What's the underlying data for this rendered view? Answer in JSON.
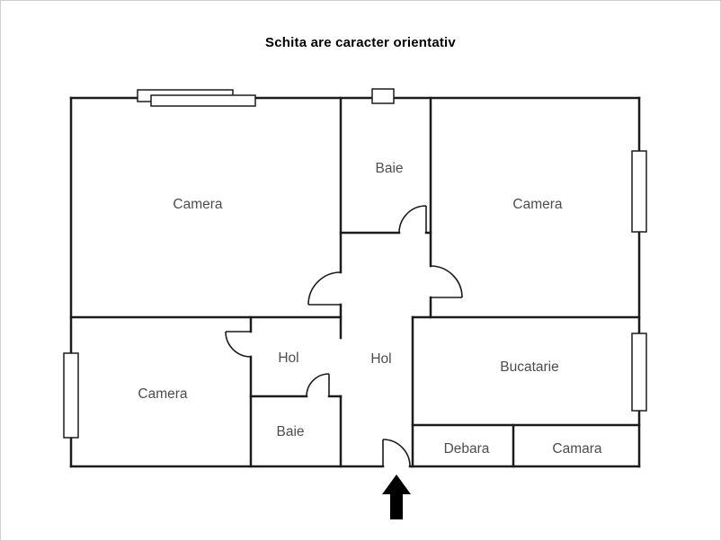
{
  "title": "Schita are caracter orientativ",
  "rooms": {
    "camera_top_left": {
      "label": "Camera"
    },
    "baie_top": {
      "label": "Baie"
    },
    "camera_top_right": {
      "label": "Camera"
    },
    "hol_small": {
      "label": "Hol"
    },
    "hol_main": {
      "label": "Hol"
    },
    "camera_bottom_left": {
      "label": "Camera"
    },
    "baie_bottom": {
      "label": "Baie"
    },
    "bucatarie": {
      "label": "Bucatarie"
    },
    "debara": {
      "label": "Debara"
    },
    "camara": {
      "label": "Camara"
    }
  },
  "icons": {
    "entrance_arrow": "up-arrow-entrance-marker"
  },
  "colors": {
    "wall": "#1c1c1c",
    "label": "#4d4d4d",
    "title": "#000000",
    "background": "#ffffff"
  }
}
